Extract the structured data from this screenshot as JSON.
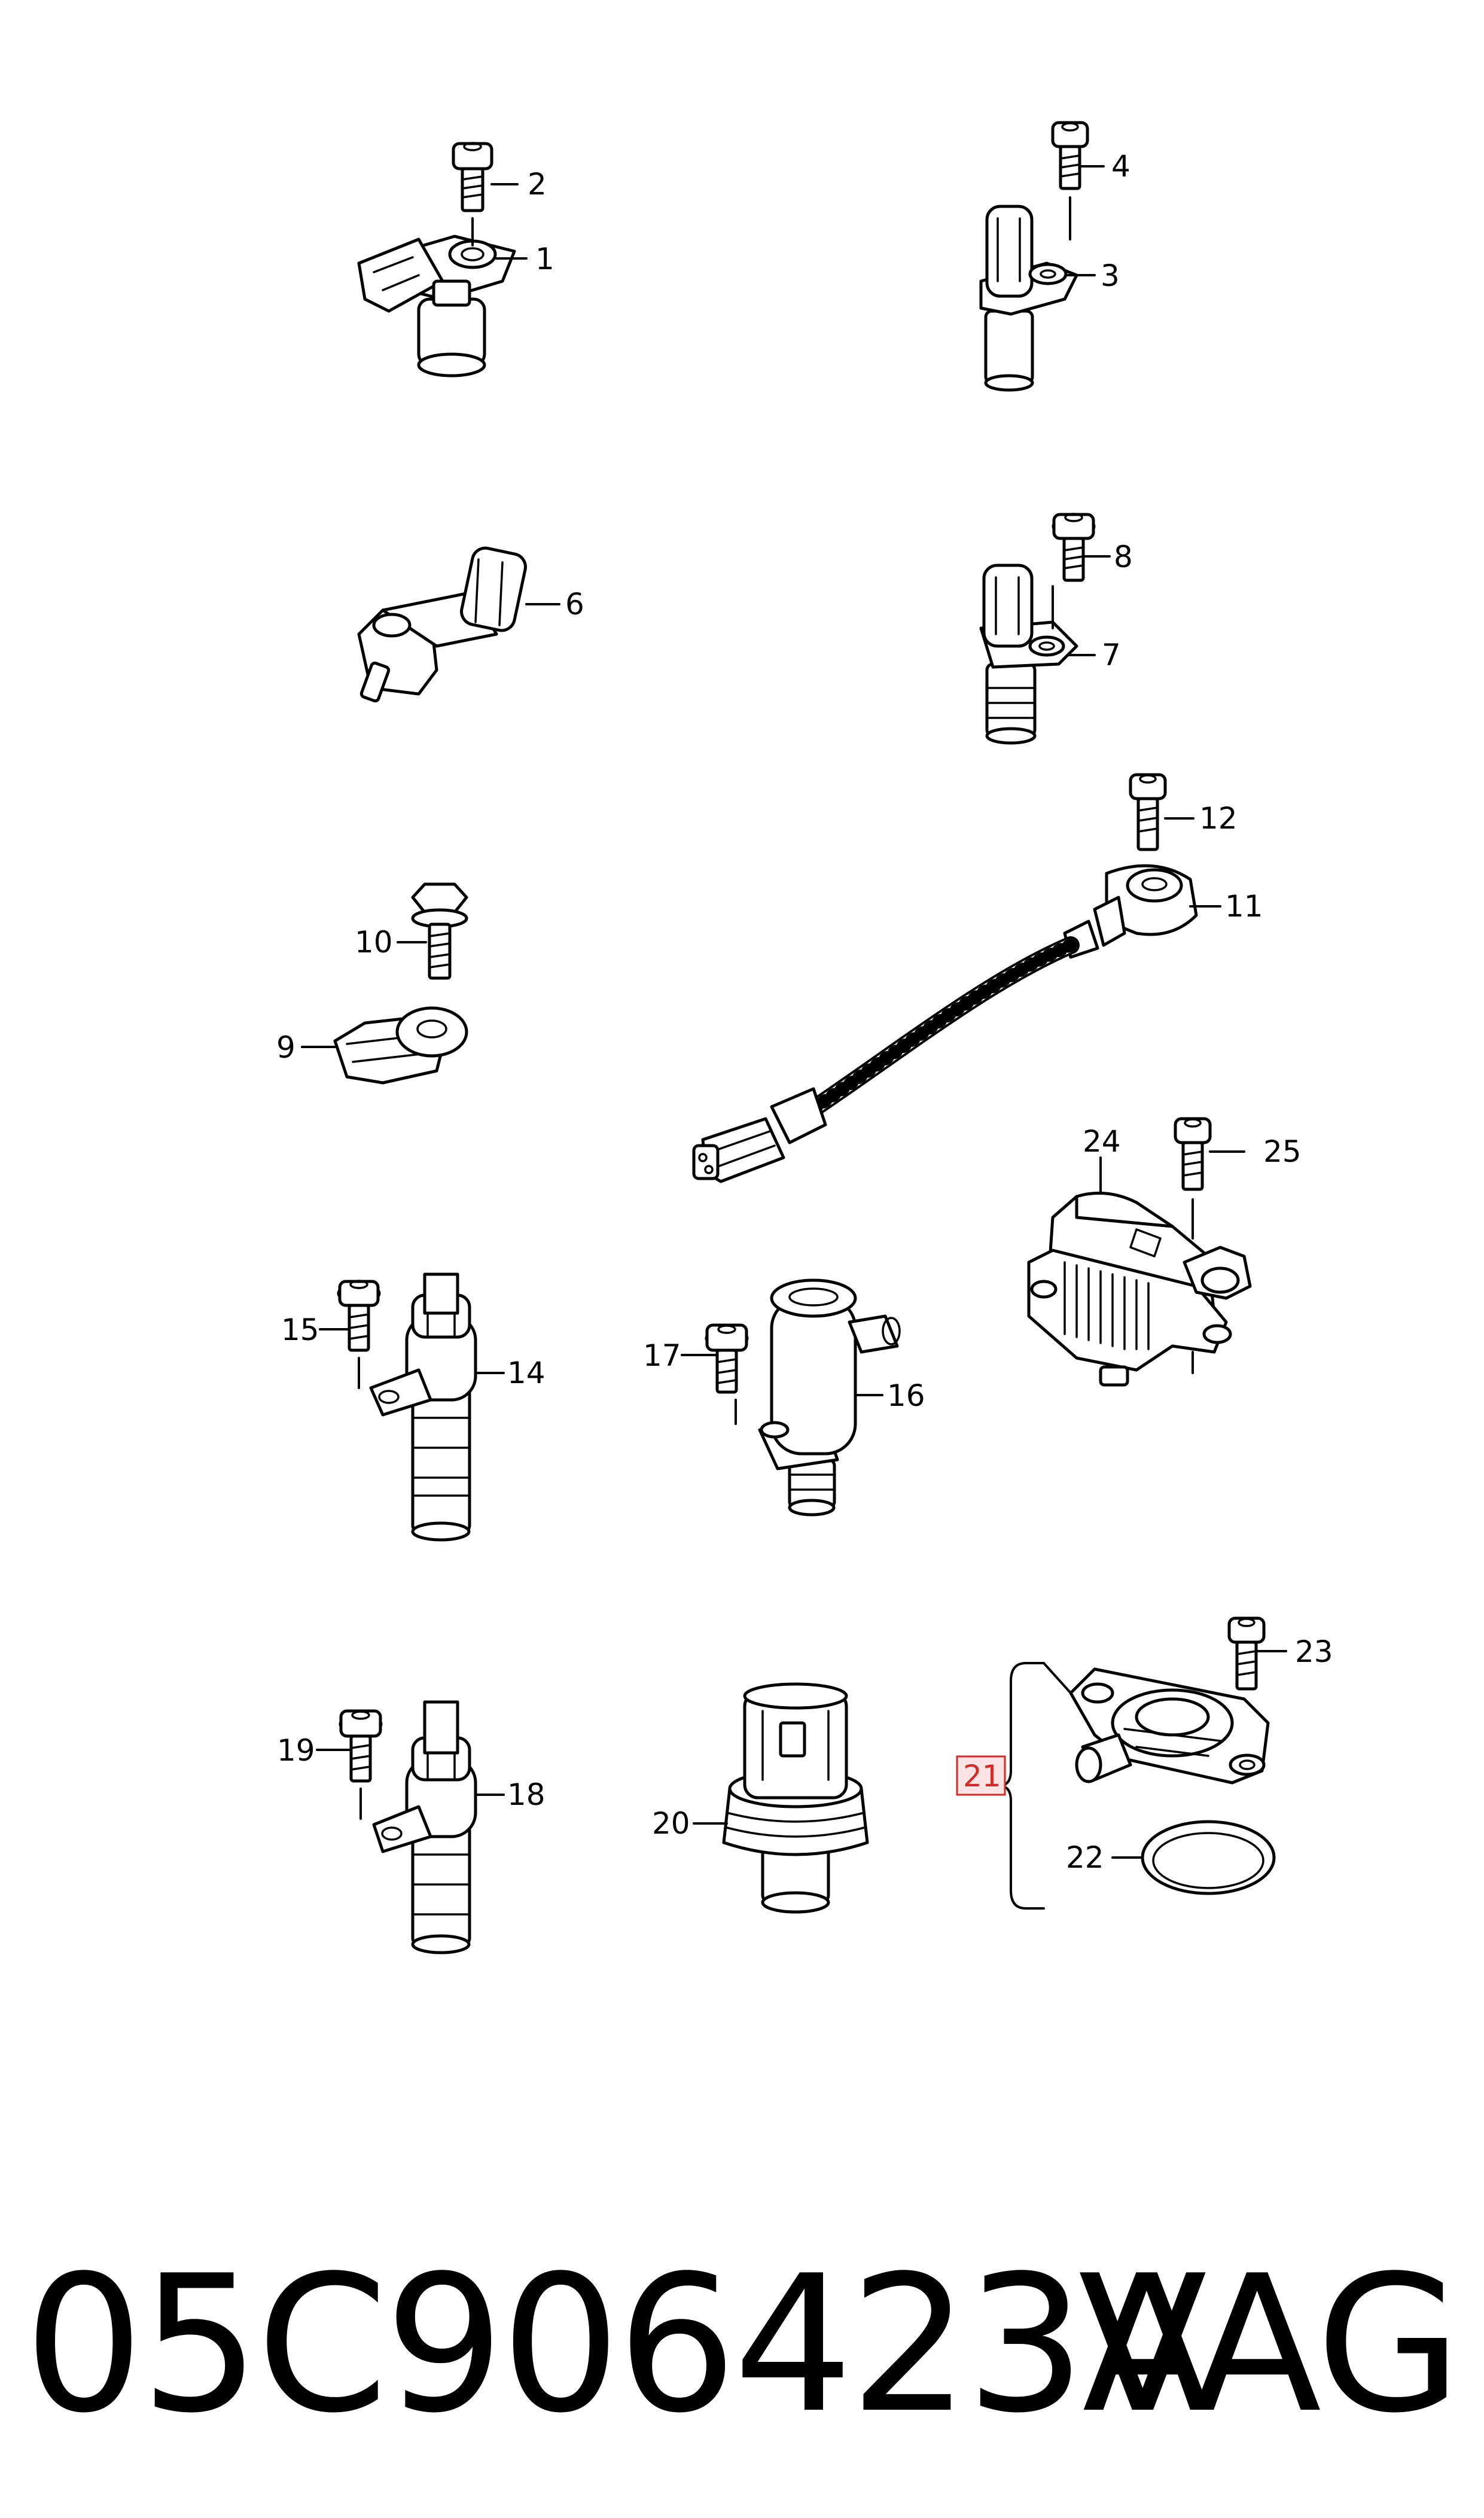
{
  "callouts": {
    "c1": "1",
    "c2": "2",
    "c3": "3",
    "c4": "4",
    "c6": "6",
    "c7": "7",
    "c8": "8",
    "c9": "9",
    "c10": "10",
    "c11": "11",
    "c12": "12",
    "c14": "14",
    "c15": "15",
    "c16": "16",
    "c17": "17",
    "c18": "18",
    "c19": "19",
    "c20": "20",
    "c21": "21",
    "c22": "22",
    "c23": "23",
    "c24": "24",
    "c25": "25"
  },
  "highlighted_callout": "21",
  "colors": {
    "highlight_fill": "#fde3e3",
    "highlight_stroke": "#d42a2a",
    "line": "#000000"
  },
  "footer": {
    "part_number": "05C906423A",
    "brand": "VAG"
  }
}
